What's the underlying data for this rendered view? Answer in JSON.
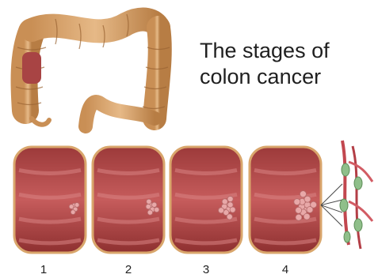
{
  "title_line1": "The stages of",
  "title_line2": "colon cancer",
  "stages": [
    {
      "label": "1",
      "tumor_size": 0.25,
      "invades_lymph": false
    },
    {
      "label": "2",
      "tumor_size": 0.45,
      "invades_lymph": false
    },
    {
      "label": "3",
      "tumor_size": 0.7,
      "invades_lymph": false
    },
    {
      "label": "4",
      "tumor_size": 1.0,
      "invades_lymph": true
    }
  ],
  "colors": {
    "colon": "#d9a66c",
    "colon_shadow": "#b77d44",
    "segment_red": "#b84a4a",
    "segment_dark": "#7d2a2a",
    "segment_light": "#d98383",
    "tumor": "#e8a8a8",
    "vessel_red": "#c2474f",
    "vessel_green": "#8fbf8a"
  }
}
